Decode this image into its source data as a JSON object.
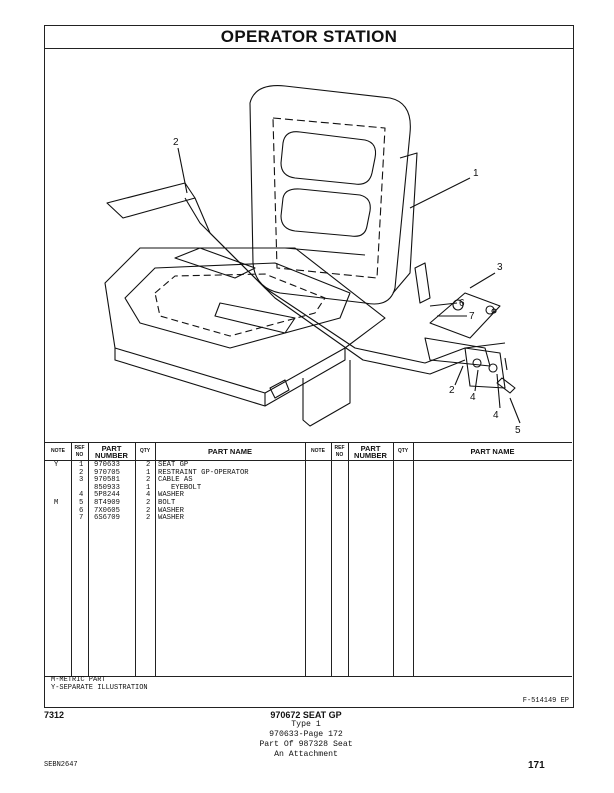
{
  "title": "OPERATOR STATION",
  "callouts": [
    "1",
    "2",
    "3",
    "6",
    "7",
    "2",
    "4",
    "4",
    "5"
  ],
  "table": {
    "headers": {
      "note": "NOTE",
      "ref_no": "REF NO",
      "part_number": "PART NUMBER",
      "qty": "QTY",
      "part_name": "PART NAME"
    },
    "rows": [
      {
        "note": "Y",
        "ref": "1",
        "part": "970633",
        "qty": "2",
        "name": "SEAT GP"
      },
      {
        "note": "",
        "ref": "2",
        "part": "970705",
        "qty": "1",
        "name": "RESTRAINT GP-OPERATOR"
      },
      {
        "note": "",
        "ref": "3",
        "part": "970581",
        "qty": "2",
        "name": "CABLE AS"
      },
      {
        "note": "",
        "ref": "",
        "part": "850933",
        "qty": "1",
        "name": "   EYEBOLT"
      },
      {
        "note": "",
        "ref": "4",
        "part": "5P8244",
        "qty": "4",
        "name": "WASHER"
      },
      {
        "note": "M",
        "ref": "5",
        "part": "8T4909",
        "qty": "2",
        "name": "BOLT"
      },
      {
        "note": "",
        "ref": "6",
        "part": "7X0605",
        "qty": "2",
        "name": "WASHER"
      },
      {
        "note": "",
        "ref": "7",
        "part": "6S6709",
        "qty": "2",
        "name": "WASHER"
      }
    ]
  },
  "notes": [
    "M-METRIC PART",
    "Y-SEPARATE ILLUSTRATION"
  ],
  "figure_id": "F-514149 EP",
  "footer": {
    "left_code": "7312",
    "group_title": "970672 SEAT GP",
    "line1": "Type 1",
    "line2": "970633-Page 172",
    "line3": "Part Of 987328 Seat",
    "line4": "An Attachment",
    "doc_code": "SEBN2647",
    "page_number": "171"
  }
}
